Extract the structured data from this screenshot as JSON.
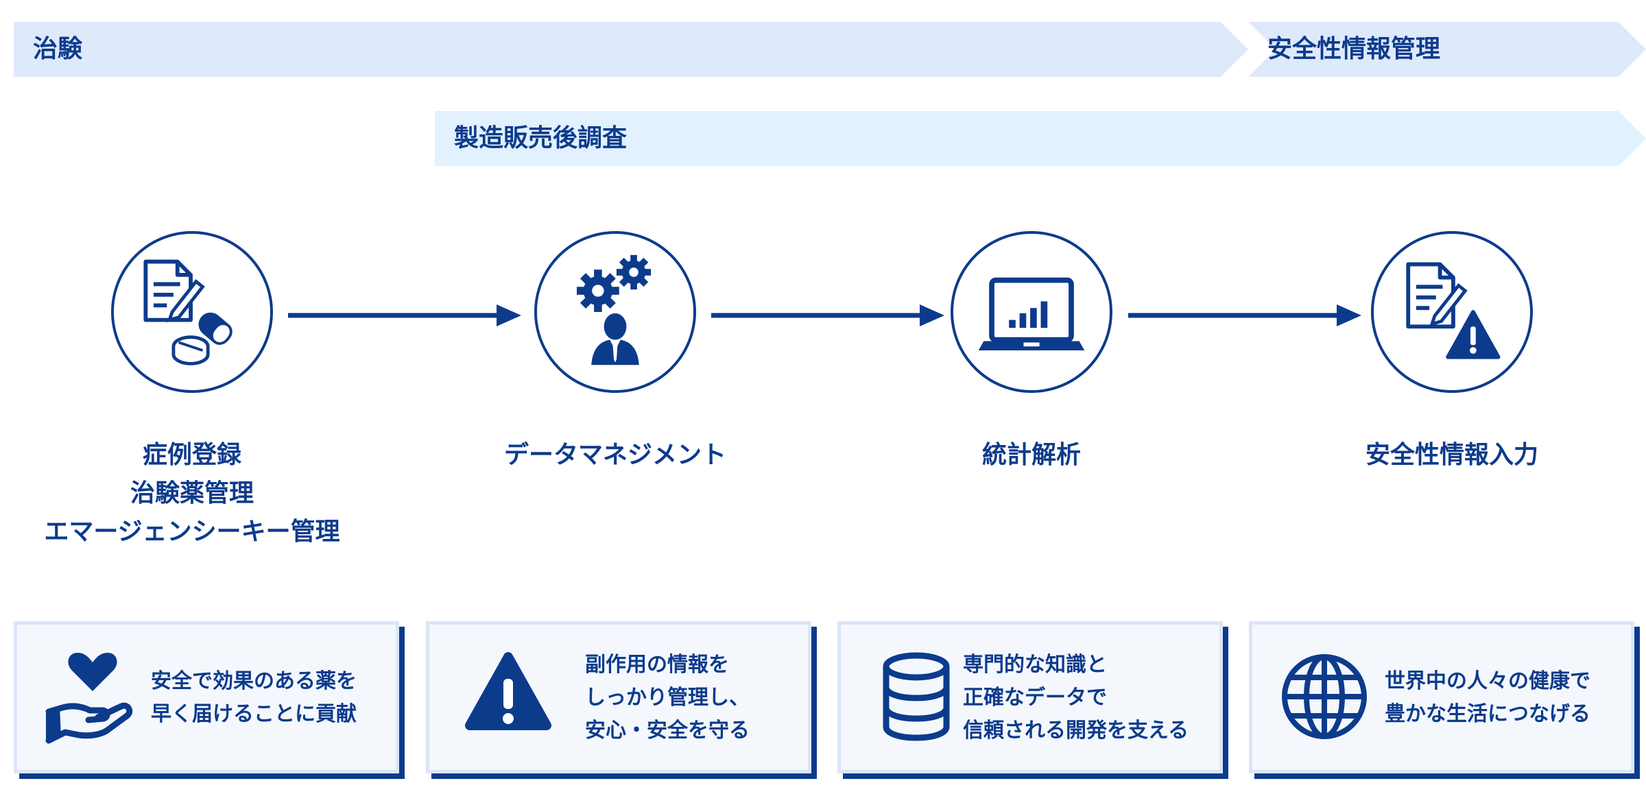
{
  "phases": {
    "clinical_trial": "治験",
    "safety_info": "安全性情報管理",
    "post_marketing": "製造販売後調査"
  },
  "steps": [
    {
      "lines": [
        "症例登録",
        "治験薬管理",
        "エマージェンシーキー管理"
      ]
    },
    {
      "lines": [
        "データマネジメント"
      ]
    },
    {
      "lines": [
        "統計解析"
      ]
    },
    {
      "lines": [
        "安全性情報入力"
      ]
    }
  ],
  "cards": [
    {
      "icon": "heart-hand-icon",
      "lines": [
        "安全で効果のある薬を",
        "早く届けることに貢献"
      ]
    },
    {
      "icon": "warning-icon",
      "lines": [
        "副作用の情報を",
        "しっかり管理し、",
        "安心・安全を守る"
      ]
    },
    {
      "icon": "database-icon",
      "lines": [
        "専門的な知識と",
        "正確なデータで",
        "信頼される開発を支える"
      ]
    },
    {
      "icon": "globe-icon",
      "lines": [
        "世界中の人々の健康で",
        "豊かな生活につなげる"
      ]
    }
  ],
  "colors": {
    "primary": "#0d3b8c",
    "phase_band": "#dfe9fc",
    "phase_band_light": "#e1f1fd",
    "card_bg": "#f4f8fd",
    "card_border": "#dbe6f8"
  }
}
